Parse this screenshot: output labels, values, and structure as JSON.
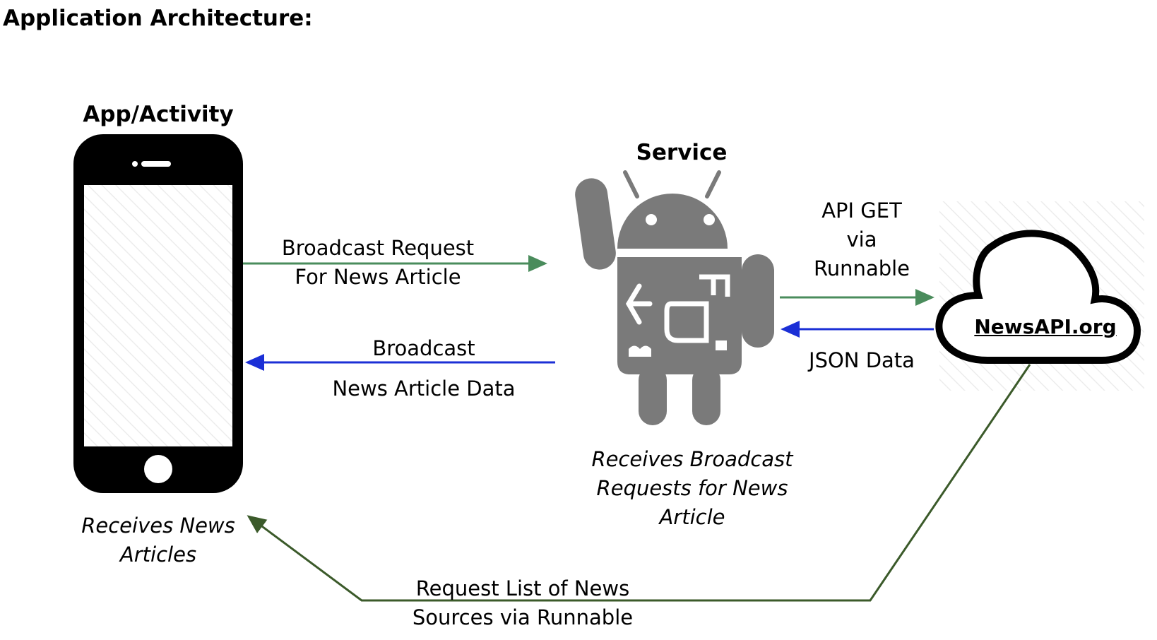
{
  "diagram": {
    "title": "Application Architecture:",
    "nodes": {
      "app": {
        "label": "App/Activity",
        "caption": "Receives News Articles"
      },
      "service": {
        "label": "Service",
        "caption": "Receives Broadcast Requests for News Article"
      },
      "newsapi": {
        "label": "NewsAPI.org"
      }
    },
    "edges": {
      "broadcast_request": {
        "label_line1": "Broadcast Request",
        "label_line2": "For News Article",
        "from": "app",
        "to": "service",
        "color": "#4a8c5c"
      },
      "broadcast_data": {
        "label_line1": "Broadcast",
        "label_line2": "News Article Data",
        "from": "service",
        "to": "app",
        "color": "#1b2fd6"
      },
      "api_get": {
        "label_line1": "API GET",
        "label_line2": "via",
        "label_line3": "Runnable",
        "from": "service",
        "to": "newsapi",
        "color": "#4a8c5c"
      },
      "json_data": {
        "label": "JSON Data",
        "from": "newsapi",
        "to": "service",
        "color": "#1b2fd6"
      },
      "request_sources": {
        "label_line1": "Request List of News",
        "label_line2": "Sources via Runnable",
        "from": "newsapi",
        "to": "app",
        "color": "#3b5a2a"
      }
    },
    "icons": {
      "phone": "smartphone-icon",
      "android": "android-robot-icon",
      "cloud": "cloud-icon"
    },
    "captions": {
      "app_line1": "Receives News",
      "app_line2": "Articles",
      "service_line1": "Receives Broadcast",
      "service_line2": "Requests for News",
      "service_line3": "Article"
    }
  }
}
